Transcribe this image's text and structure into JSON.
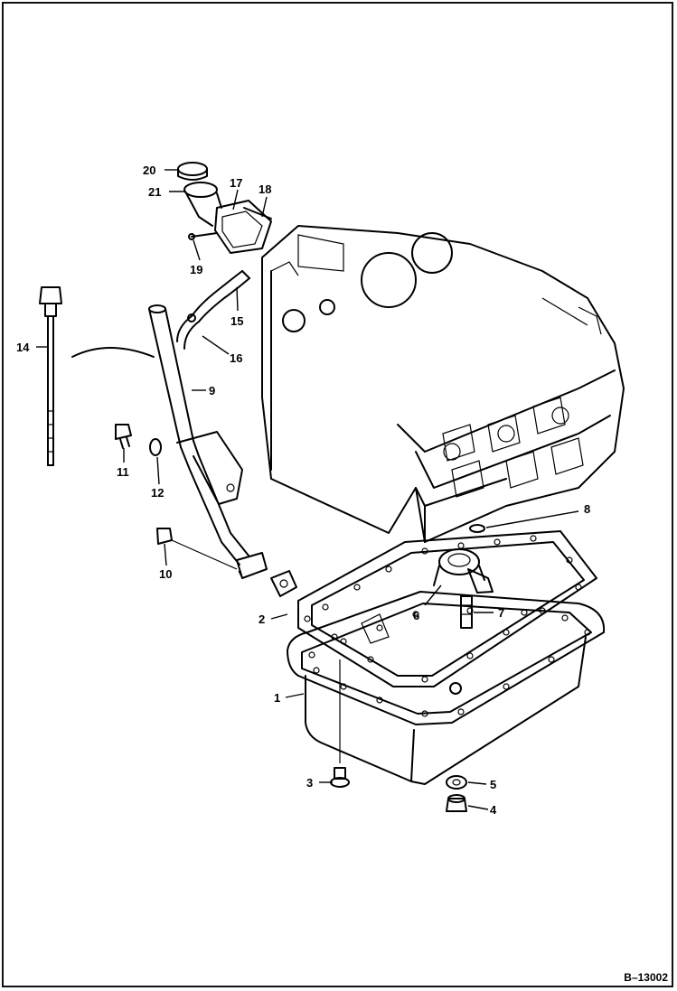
{
  "diagram": {
    "figure_ref": "B–13002",
    "callouts": [
      {
        "id": "c1",
        "label": "1"
      },
      {
        "id": "c2",
        "label": "2"
      },
      {
        "id": "c3",
        "label": "3"
      },
      {
        "id": "c4",
        "label": "4"
      },
      {
        "id": "c5",
        "label": "5"
      },
      {
        "id": "c6",
        "label": "6"
      },
      {
        "id": "c7",
        "label": "7"
      },
      {
        "id": "c8",
        "label": "8"
      },
      {
        "id": "c9",
        "label": "9"
      },
      {
        "id": "c10",
        "label": "10"
      },
      {
        "id": "c11",
        "label": "11"
      },
      {
        "id": "c12",
        "label": "12"
      },
      {
        "id": "c14",
        "label": "14"
      },
      {
        "id": "c15",
        "label": "15"
      },
      {
        "id": "c16",
        "label": "16"
      },
      {
        "id": "c17",
        "label": "17"
      },
      {
        "id": "c18",
        "label": "18"
      },
      {
        "id": "c19",
        "label": "19"
      },
      {
        "id": "c20",
        "label": "20"
      },
      {
        "id": "c21",
        "label": "21"
      }
    ]
  }
}
